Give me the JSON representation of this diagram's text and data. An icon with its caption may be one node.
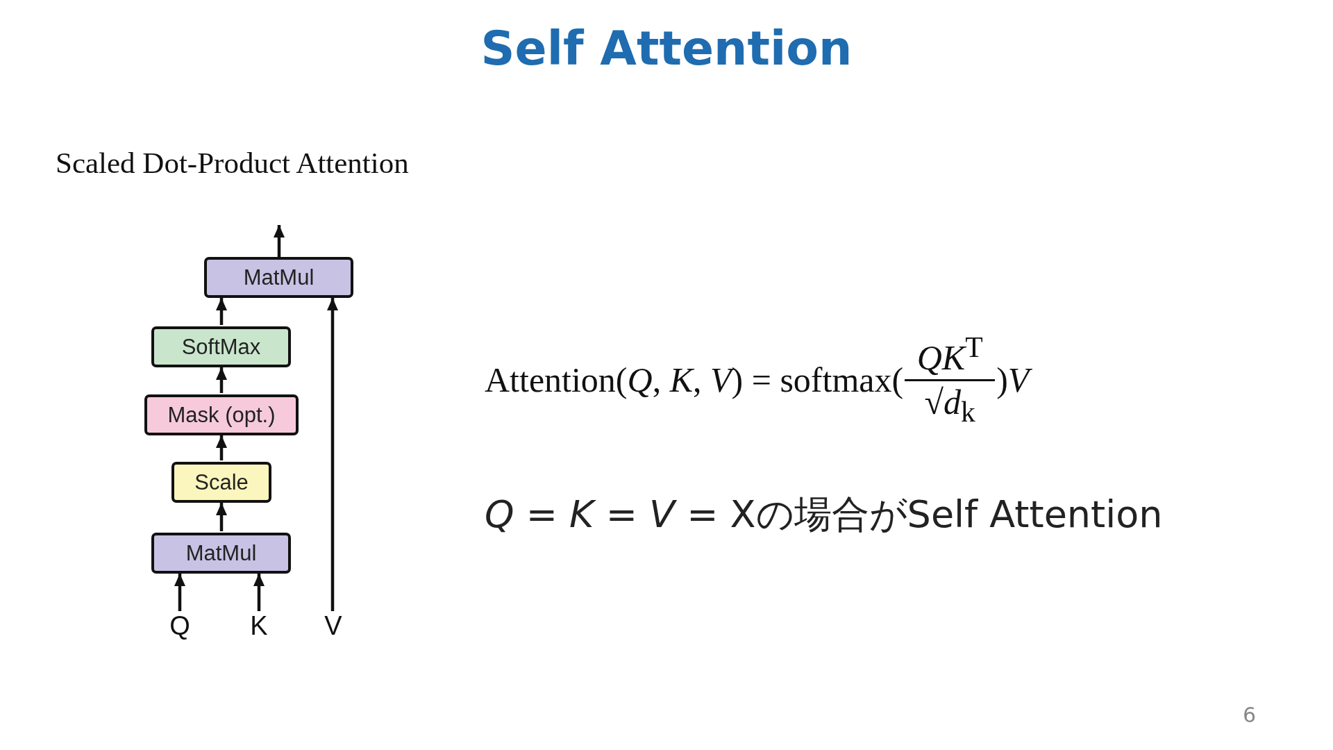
{
  "diagram": {
    "title": "Self Attention",
    "nodes": [
      {
        "text": [
          "MatMul"
        ]
      },
      {
        "text": [
          "SoftMax"
        ]
      },
      {
        "text": [
          "Mask (opt.)"
        ]
      },
      {
        "text": [
          "Scale"
        ]
      },
      {
        "text": [
          "MatMul"
        ]
      },
      {
        "text": [
          "Q"
        ]
      },
      {
        "text": [
          "K"
        ]
      },
      {
        "text": [
          "V"
        ]
      }
    ],
    "edges": [
      {
        "from": 5,
        "to": 4,
        "arrow": "to"
      },
      {
        "from": 6,
        "to": 4,
        "arrow": "to"
      },
      {
        "from": 4,
        "to": 3,
        "arrow": "to"
      },
      {
        "from": 3,
        "to": 2,
        "arrow": "to"
      },
      {
        "from": 2,
        "to": 1,
        "arrow": "to"
      },
      {
        "from": 1,
        "to": 0,
        "arrow": "to"
      },
      {
        "from": 7,
        "to": 0,
        "arrow": "to"
      },
      {
        "from": 0,
        "to": null,
        "arrow": "to"
      }
    ],
    "labels": [
      "Scaled Dot-Product Attention",
      "Attention(*Q*, *K*, *V*) = softmax(",
      "*QK*$^{T}$",
      "√*d*$_{k}$",
      ")*V*",
      "*Q* = *K* = *V* = Xの場合がSelf Attention",
      "6"
    ]
  }
}
